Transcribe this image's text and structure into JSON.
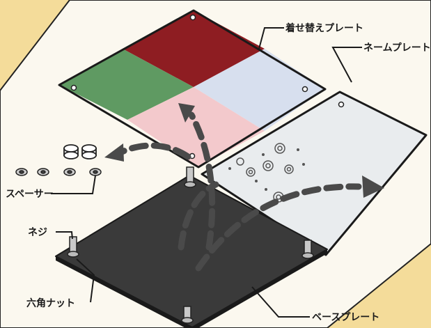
{
  "colors": {
    "background": "#f4dc9a",
    "sheet": "#fbf8ef",
    "plate_red": "#8e1d22",
    "plate_blue": "#d7dfee",
    "plate_green": "#5f9a62",
    "plate_pink": "#f3c9cc",
    "name_plate": "#e9ecee",
    "base_plate": "#3a3a3a",
    "arrow": "#4a4a4a"
  },
  "labels": {
    "dress_up_plate": "着せ替えプレート",
    "name_plate": "ネームプレート",
    "spacer": "スペーサー",
    "screw": "ネジ",
    "hex_nut": "六角ナット",
    "base_plate": "ベースプレート"
  },
  "icons": [
    "curved-arrow-up",
    "curved-arrow-left",
    "curved-arrow-right",
    "flower-engraving"
  ]
}
